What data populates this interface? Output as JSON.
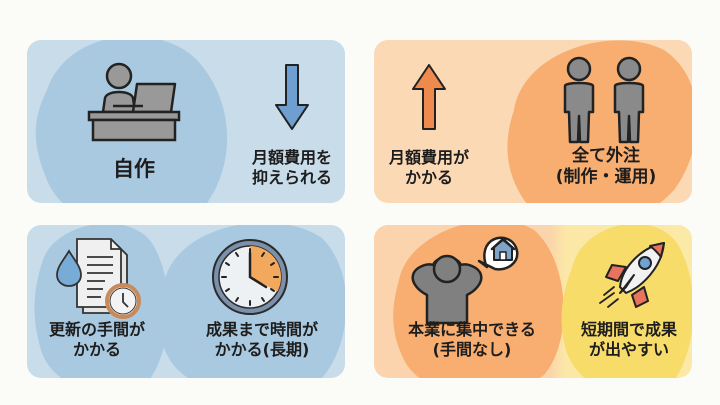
{
  "colors": {
    "background": "#fbfcf8",
    "blue_panel": "#c8dcea",
    "blue_blob": "#a9c9e0",
    "orange_panel": "#fbd9b5",
    "orange_blob": "#f7ae70",
    "yellow_blob": "#f8dc6a",
    "icon_gray": "#8e8e8e",
    "arrow_blue": "#6f9fd0",
    "arrow_orange": "#ef8a4e",
    "text": "#1d1d1d"
  },
  "panels": {
    "diy": {
      "main": {
        "icon": "person-at-desk-icon",
        "label": "自作"
      },
      "side": {
        "icon": "arrow-down-icon",
        "line1": "月額費用を",
        "line2": "抑えられる"
      }
    },
    "outsource": {
      "side": {
        "icon": "arrow-up-icon",
        "line1": "月額費用が",
        "line2": "かかる"
      },
      "main": {
        "icon": "two-people-icon",
        "line1": "全て外注",
        "line2": "(制作・運用)"
      }
    },
    "diy_cons": [
      {
        "icon": "document-drop-clock-icon",
        "line1": "更新の手間が",
        "line2": "かかる"
      },
      {
        "icon": "clock-icon",
        "line1": "成果まで時間が",
        "line2": "かかる(長期)"
      }
    ],
    "outsource_pros": [
      {
        "icon": "relaxed-person-house-icon",
        "line1": "本業に集中できる",
        "line2": "(手間なし)"
      },
      {
        "icon": "rocket-icon",
        "line1": "短期間で成果",
        "line2": "が出やすい"
      }
    ]
  }
}
